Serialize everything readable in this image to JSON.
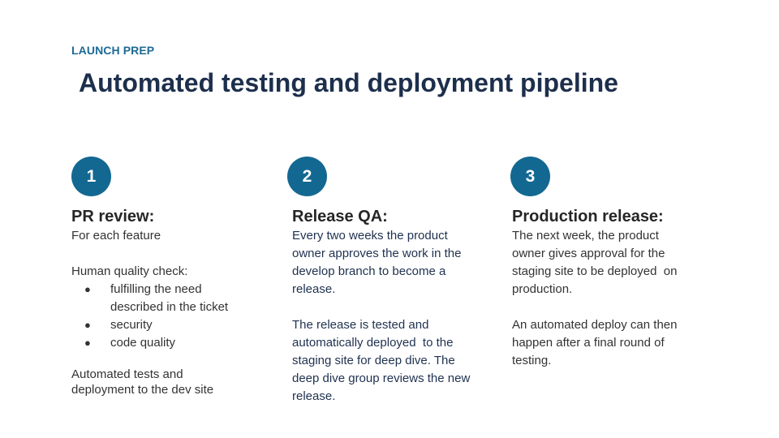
{
  "slide": {
    "eyebrow": "LAUNCH PREP",
    "title": "Automated testing and deployment pipeline"
  },
  "colors": {
    "accent": "#136892",
    "eyebrow": "#1c6a96",
    "title": "#1d2f4c",
    "body": "#333333"
  },
  "steps": [
    {
      "number": "1",
      "title": "PR review:",
      "intro": "For each feature",
      "checklist_label": "Human quality check:",
      "bullet_glyph": "●",
      "bullets": [
        "fulfilling the need described in the ticket",
        "security",
        "code quality"
      ],
      "outro": "Automated tests and deployment to the dev site"
    },
    {
      "number": "2",
      "title": "Release QA:",
      "paragraphs": [
        "Every two weeks the product owner approves the work in the develop branch to become a release.",
        "The release is tested and automatically deployed  to the staging site for deep dive. The deep dive group reviews the new release."
      ]
    },
    {
      "number": "3",
      "title": "Production release:",
      "paragraphs": [
        "The next week, the product owner gives approval for the staging site to be deployed  on production.",
        "An automated deploy can then happen after a final round of testing."
      ]
    }
  ]
}
